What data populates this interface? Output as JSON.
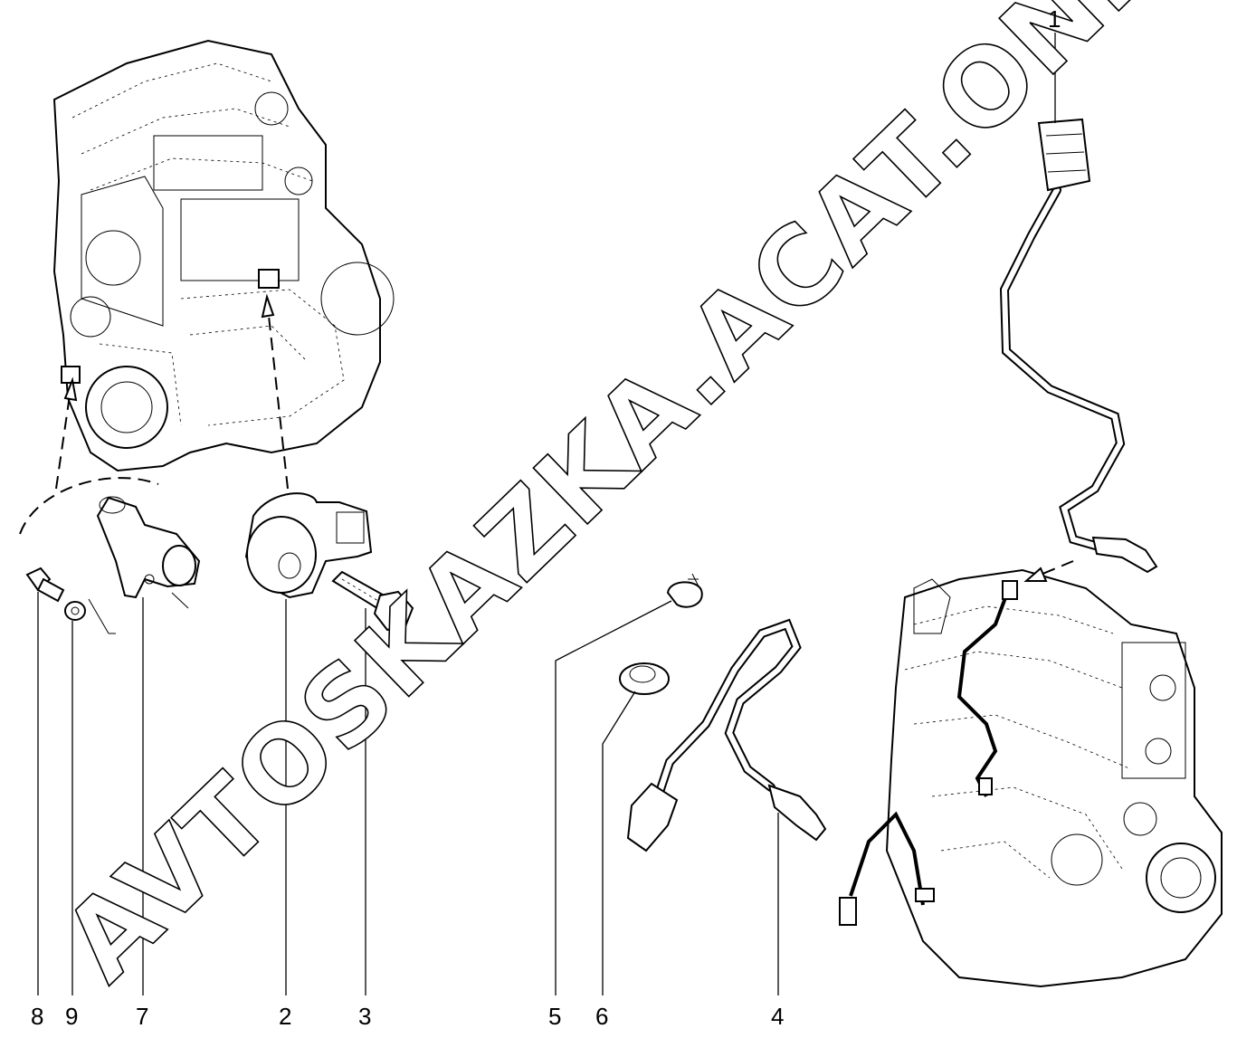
{
  "diagram": {
    "part_labels": [
      "8",
      "9",
      "7",
      "2",
      "3",
      "5",
      "6",
      "4",
      "1"
    ],
    "watermark": "AVTOSKAZKA.ACAT.ONLINE"
  }
}
